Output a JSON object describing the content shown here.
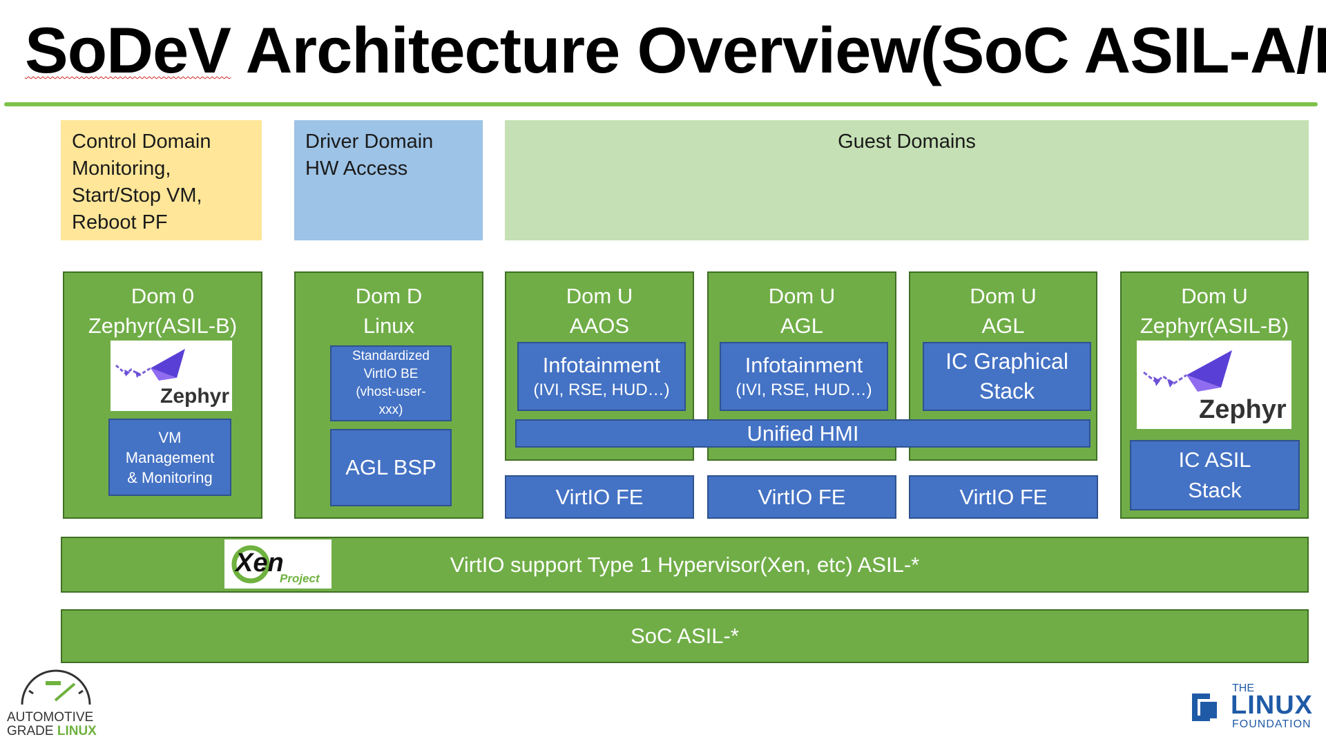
{
  "title": {
    "part1": "SoDeV",
    "part2": " Architecture Overview(SoC ASIL-A/B)"
  },
  "legend": {
    "control": [
      "Control Domain",
      "Monitoring,",
      "Start/Stop VM,",
      "Reboot PF"
    ],
    "driver": [
      "Driver Domain",
      "HW Access"
    ],
    "guest": "Guest Domains"
  },
  "domains": {
    "dom0": {
      "line1": "Dom 0",
      "line2": "Zephyr(ASIL-B)",
      "logo": "Zephyr",
      "box": [
        "VM",
        "Management",
        "& Monitoring"
      ]
    },
    "domd": {
      "line1": "Dom D",
      "line2": "Linux",
      "box1": [
        "Standardized",
        "VirtIO BE",
        "(vhost-user-",
        "xxx)"
      ],
      "box2": "AGL BSP"
    },
    "domu_aaos": {
      "line1": "Dom U",
      "line2": "AAOS",
      "box_title": "Infotainment",
      "box_sub": "(IVI, RSE, HUD…)"
    },
    "domu_agl1": {
      "line1": "Dom U",
      "line2": "AGL",
      "box_title": "Infotainment",
      "box_sub": "(IVI, RSE, HUD…)"
    },
    "domu_agl2": {
      "line1": "Dom U",
      "line2": "AGL",
      "box": [
        "IC Graphical",
        "Stack"
      ]
    },
    "domu_zephyr": {
      "line1": "Dom U",
      "line2": "Zephyr(ASIL-B)",
      "logo": "Zephyr",
      "box": [
        "IC ASIL",
        "Stack"
      ]
    }
  },
  "unified_hmi": "Unified HMI",
  "virtio_fe": [
    "VirtIO FE",
    "VirtIO FE",
    "VirtIO FE"
  ],
  "hypervisor": {
    "text": "VirtIO support Type 1 Hypervisor(Xen, etc) ASIL-*",
    "logo_main": "Xen",
    "logo_sub": "Project"
  },
  "soc": "SoC ASIL-*",
  "footer": {
    "agl_line1": "AUTOMOTIVE",
    "agl_line2a": "GRADE ",
    "agl_line2b": "LINUX",
    "lf_the": "THE",
    "lf_linux": "LINUX",
    "lf_foundation": "FOUNDATION"
  },
  "colors": {
    "green": "#70ad47",
    "blue": "#4472c4",
    "legend_yellow": "#ffe699",
    "legend_blue": "#9dc3e6",
    "legend_green": "#c5e0b4",
    "rule": "#7fc24a"
  }
}
